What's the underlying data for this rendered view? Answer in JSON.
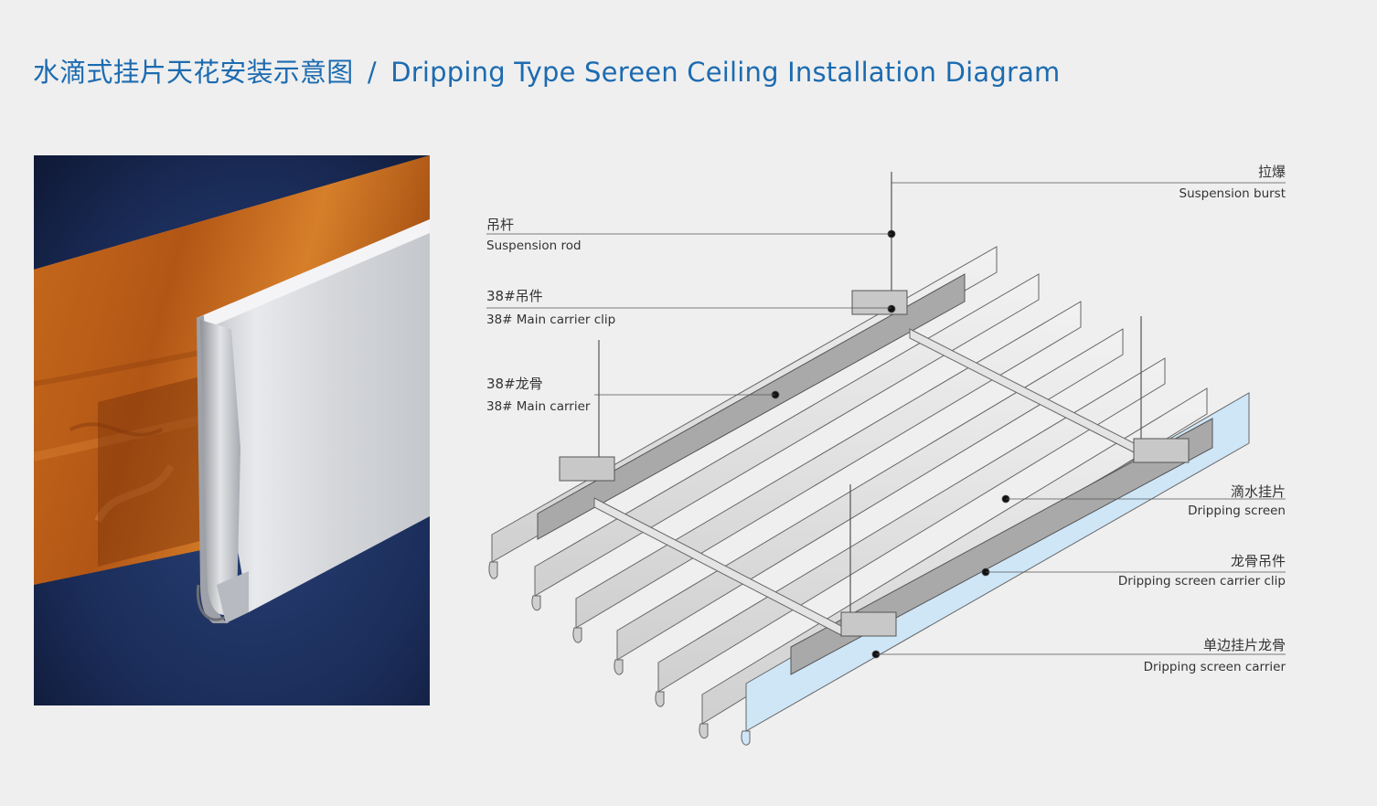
{
  "header": {
    "title_cn": "水滴式挂片天花安装示意图",
    "separator": "/",
    "title_en": "Dripping Type Sereen Ceiling Installation Diagram"
  },
  "colors": {
    "title": "#1c6bb0",
    "background": "#efefef",
    "photo_bg": "#1b2d5a",
    "wood": "#b8601a",
    "metal": "#d9d9d9",
    "blue_panel": "#cfe6f7"
  },
  "labels": {
    "suspension_burst": {
      "cn": "拉爆",
      "en": "Suspension burst"
    },
    "suspension_rod": {
      "cn": "吊杆",
      "en": "Suspension rod"
    },
    "main_carrier_clip": {
      "cn": "38#吊件",
      "en": "38# Main carrier clip"
    },
    "main_carrier": {
      "cn": "38#龙骨",
      "en": "38# Main carrier"
    },
    "dripping_screen": {
      "cn": "滴水挂片",
      "en": "Dripping screen"
    },
    "carrier_clip": {
      "cn": "龙骨吊件",
      "en": "Dripping screen carrier clip"
    },
    "screen_carrier": {
      "cn": "单边挂片龙骨",
      "en": "Dripping screen carrier"
    }
  }
}
